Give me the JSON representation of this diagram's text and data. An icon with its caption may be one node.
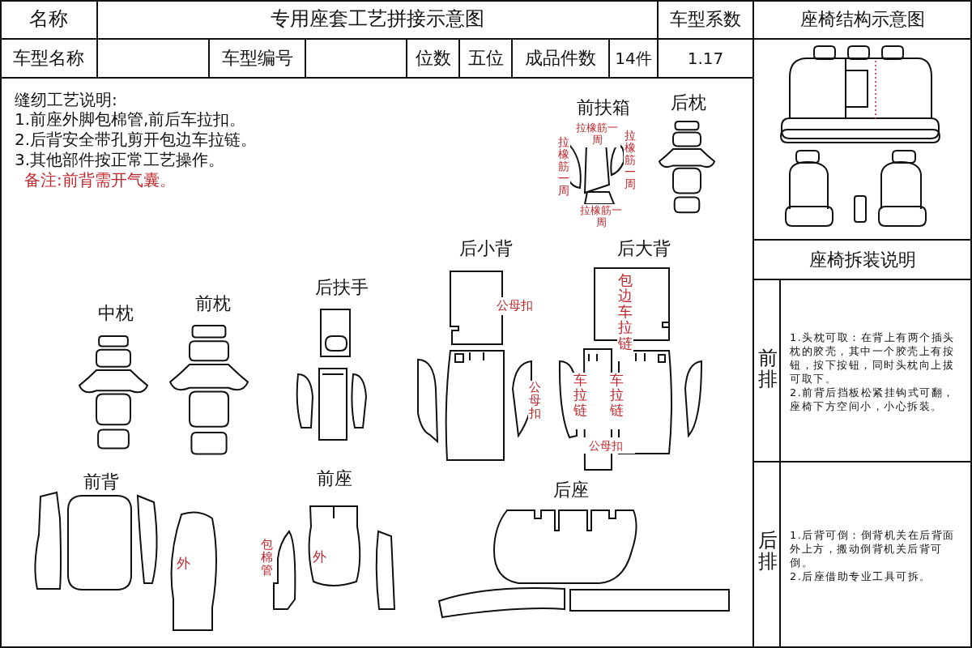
{
  "diagram": {
    "title": "专用座套工艺拼接示意图",
    "labels": [
      "名称",
      "车型系数",
      "座椅结构示意图",
      "车型名称",
      "车型编号",
      "位数",
      "五位",
      "成品件数",
      "14件",
      "1.17",
      "缝纫工艺说明:",
      "1.前座外脚包棉管,前后车拉扣。",
      "2.后背安全带孔剪开包边车拉链。",
      "3.其他部件按正常工艺操作。",
      "备注:前背需开气囊。",
      "前扶箱",
      "拉橡筋一周",
      "拉橡筋一周",
      "拉橡筋一周",
      "拉橡筋一周",
      "后枕",
      "座椅拆装说明",
      "后小背",
      "后大背",
      "公母扣",
      "包边车拉链",
      "中枕",
      "前枕",
      "后扶手",
      "公母扣",
      "车拉链",
      "车拉链",
      "公母扣",
      "前排",
      "1.头枕可取：在背上有两个插头枕的胶壳，其中一个胶壳上有按钮，按下按钮，同时头枕向上拔可取下。",
      "2.前背后挡板松紧挂钩式可翻，座椅下方空间小，小心拆装。",
      "前背",
      "外",
      "前座",
      "包棉管",
      "外",
      "后座",
      "后排",
      "1.后背可倒：倒背机关在后背面外上方，搬动倒背机关后背可倒。",
      "2.后座借助专业工具可拆。"
    ]
  }
}
